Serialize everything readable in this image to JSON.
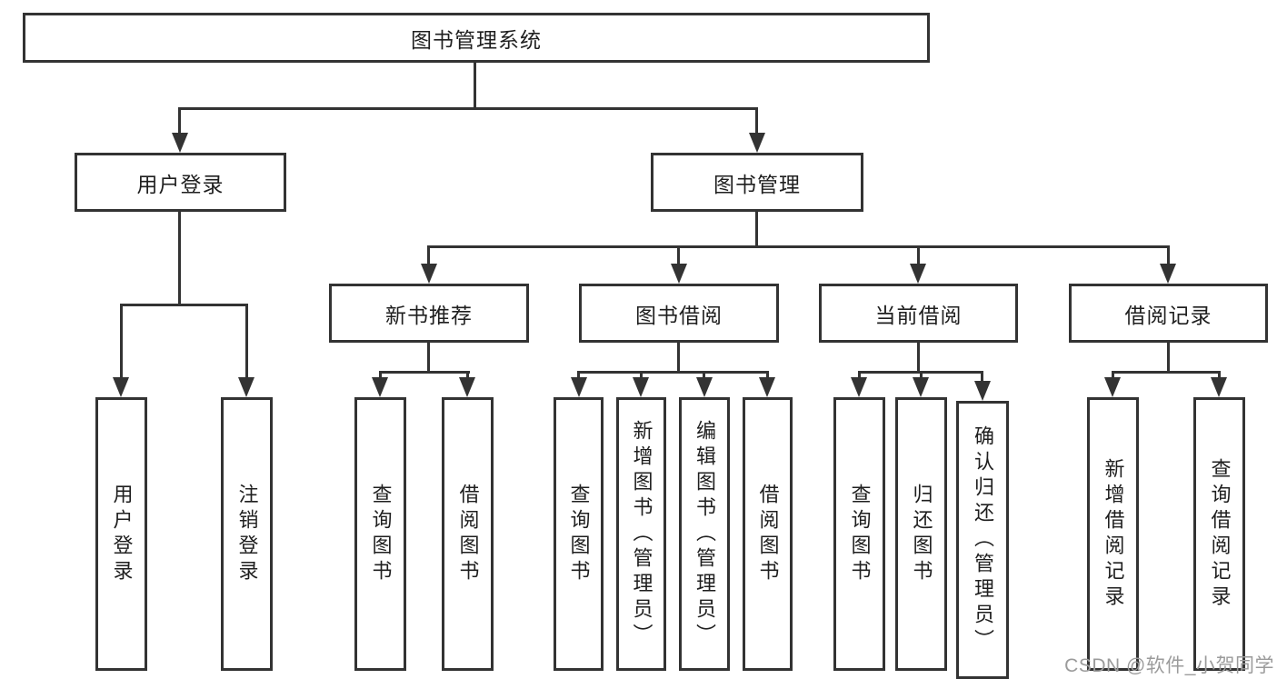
{
  "diagram": {
    "type": "tree",
    "root": {
      "label": "图书管理系统"
    },
    "level2": {
      "user_login": {
        "label": "用户登录"
      },
      "book_mgmt": {
        "label": "图书管理"
      }
    },
    "level3": {
      "new_book_rec": {
        "label": "新书推荐",
        "parent": "book_mgmt"
      },
      "book_borrow": {
        "label": "图书借阅",
        "parent": "book_mgmt"
      },
      "current_borrow": {
        "label": "当前借阅",
        "parent": "book_mgmt"
      },
      "borrow_records": {
        "label": "借阅记录",
        "parent": "book_mgmt"
      }
    },
    "leaves": {
      "user_login_leaf": {
        "label": "用户登录",
        "parent": "user_login"
      },
      "logout": {
        "label": "注销登录",
        "parent": "user_login"
      },
      "rec_query_book": {
        "label": "查询图书",
        "parent": "new_book_rec"
      },
      "rec_borrow_book": {
        "label": "借阅图书",
        "parent": "new_book_rec"
      },
      "bb_query_book": {
        "label": "查询图书",
        "parent": "book_borrow"
      },
      "bb_add_book": {
        "label": "新增图书（管理员）",
        "parent": "book_borrow"
      },
      "bb_edit_book": {
        "label": "编辑图书（管理员）",
        "parent": "book_borrow"
      },
      "bb_borrow_book": {
        "label": "借阅图书",
        "parent": "book_borrow"
      },
      "cb_query_book": {
        "label": "查询图书",
        "parent": "current_borrow"
      },
      "cb_return_book": {
        "label": "归还图书",
        "parent": "current_borrow"
      },
      "cb_confirm_return": {
        "label": "确认归还（管理员）",
        "parent": "current_borrow"
      },
      "br_add_record": {
        "label": "新增借阅记录",
        "parent": "borrow_records"
      },
      "br_query_record": {
        "label": "查询借阅记录",
        "parent": "borrow_records"
      }
    }
  },
  "watermark": {
    "text": "CSDN @软件_小贺同学"
  },
  "colors": {
    "line": "#333333",
    "box_border": "#333333",
    "text": "#1f1f1f",
    "watermark": "#9b9b9b",
    "background": "#ffffff"
  }
}
